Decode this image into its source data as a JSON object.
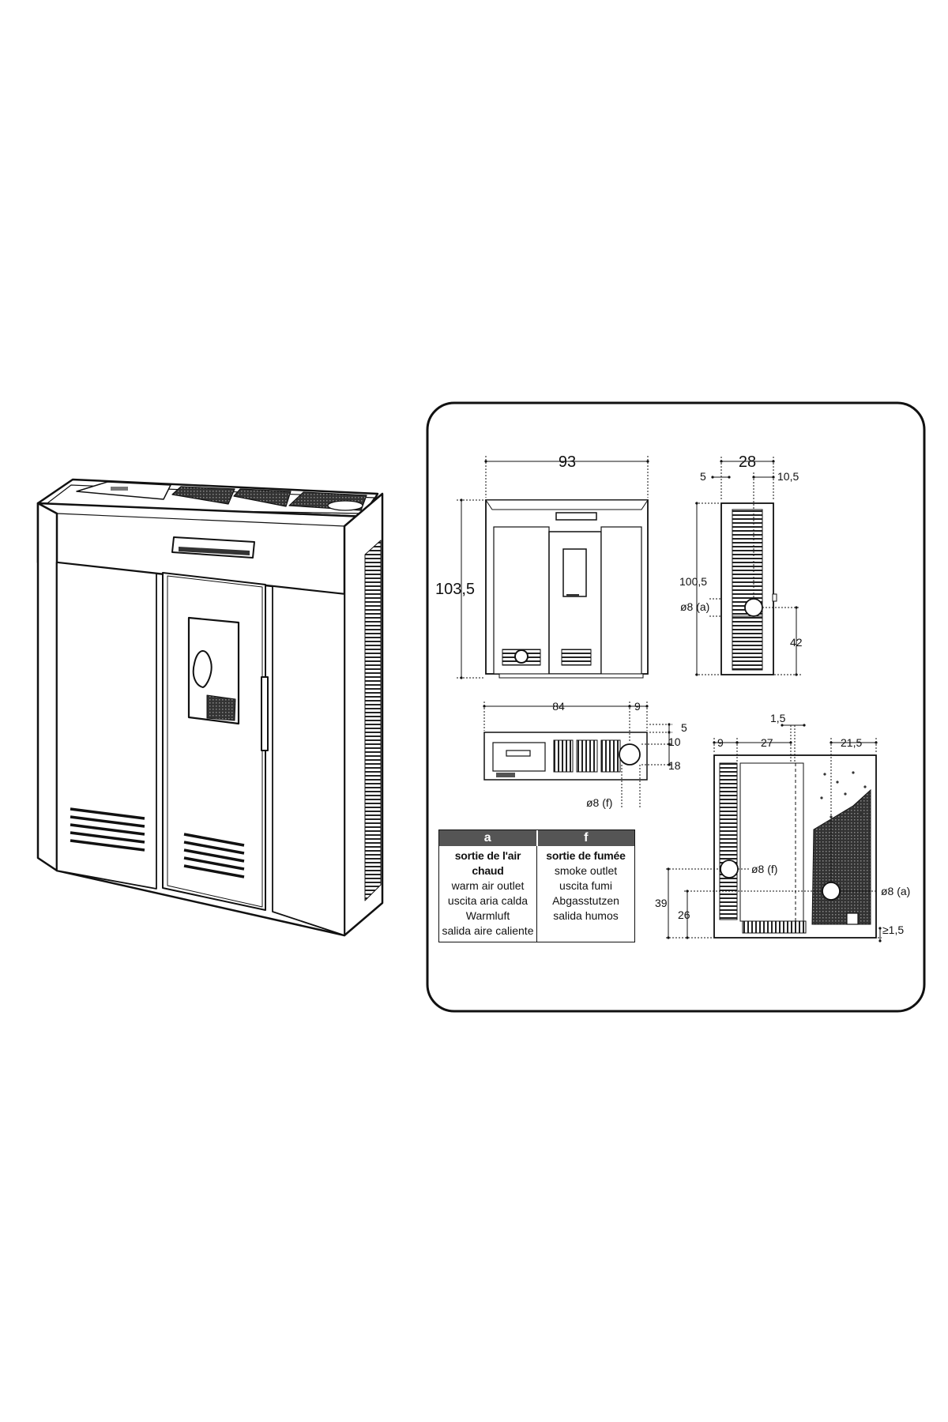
{
  "drawing": {
    "front_view": {
      "width": "93",
      "height": "103,5"
    },
    "side_view": {
      "depth": "28",
      "offset_left": "5",
      "offset_right": "10,5",
      "height": "100,5",
      "hot_air_outlet": "ø8 (a)",
      "outlet_height": "42"
    },
    "top_view": {
      "width": "84",
      "right_offset": "9",
      "top_offset": "5",
      "outlet_offset": "10",
      "outlet_depth": "18",
      "smoke_outlet": "ø8 (f)"
    },
    "rear_view": {
      "left_margin": "9",
      "upper_span": "27",
      "small_gap": "1,5",
      "right_span": "21,5",
      "smoke_outlet": "ø8 (f)",
      "hot_air_outlet": "ø8 (a)",
      "height_high": "39",
      "height_low": "26",
      "bottom_clearance": "≥1,5"
    }
  },
  "legend": {
    "col_a": {
      "header": "a",
      "lines": [
        "sortie de l'air chaud",
        "warm air outlet",
        "uscita aria calda",
        "Warmluft",
        "salida aire caliente"
      ]
    },
    "col_f": {
      "header": "f",
      "lines": [
        "sortie de fumée",
        "smoke outlet",
        "uscita fumi",
        "Abgasstutzen",
        "salida humos"
      ]
    }
  }
}
